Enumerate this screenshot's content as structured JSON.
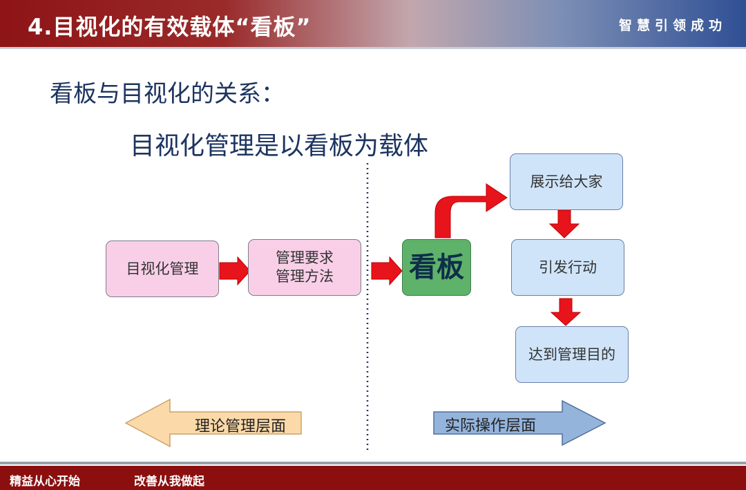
{
  "header": {
    "title": "4.目视化的有效载体“看板”",
    "slogan": "智慧引领成功"
  },
  "content": {
    "subtitle": "看板与目视化的关系：",
    "headline": "目视化管理是以看板为载体"
  },
  "diagram": {
    "visual_management": "目视化管理",
    "requirements_line1": "管理要求",
    "requirements_line2": "管理方法",
    "kanban": "看板",
    "display": "展示给大家",
    "action": "引发行动",
    "goal": "达到管理目的",
    "theory_level": "理论管理层面",
    "practice_level": "实际操作层面"
  },
  "footer": {
    "left_slogan": "精益从心开始",
    "right_slogan": "改善从我做起"
  },
  "colors": {
    "header_dark_red": "#8e1416",
    "header_blue": "#2f4f94",
    "pink_box": "#f9cfe8",
    "blue_box": "#cfe4f9",
    "green_box": "#5fb26a",
    "red_arrow": "#e8141c",
    "left_arrow_fill": "#fcd9a8",
    "right_arrow_fill": "#94b4dc",
    "footer": "#8b0f0f"
  }
}
